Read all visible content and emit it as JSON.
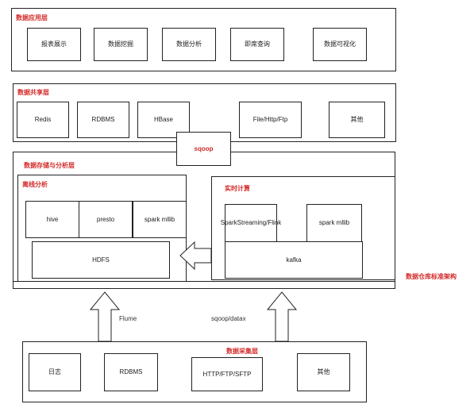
{
  "layers": {
    "app": {
      "label": "数据应用层",
      "items": [
        "报表展示",
        "数据挖掘",
        "数据分析",
        "即席查询",
        "数据可视化"
      ]
    },
    "share": {
      "label": "数据共享层",
      "items": [
        "Redis",
        "RDBMS",
        "HBase",
        "File/Http/Ftp",
        "其他"
      ]
    },
    "storage": {
      "label": "数据存储与分析层",
      "offline": {
        "label": "离线分析",
        "items": [
          "hive",
          "presto",
          "spark mllib"
        ],
        "hdfs": "HDFS"
      },
      "realtime": {
        "label": "实时计算",
        "items": [
          "SparkStreaming/Flink",
          "spark mllib"
        ],
        "kafka": "kafka"
      }
    },
    "collect": {
      "label": "数据采集层",
      "items": [
        "日志",
        "RDBMS",
        "HTTP/FTP/SFTP",
        "其他"
      ]
    }
  },
  "sqoop_top": "sqoop",
  "flume": "Flume",
  "sqoop_datax": "sqoop/datax",
  "architecture_title": "数据仓库标准架构"
}
